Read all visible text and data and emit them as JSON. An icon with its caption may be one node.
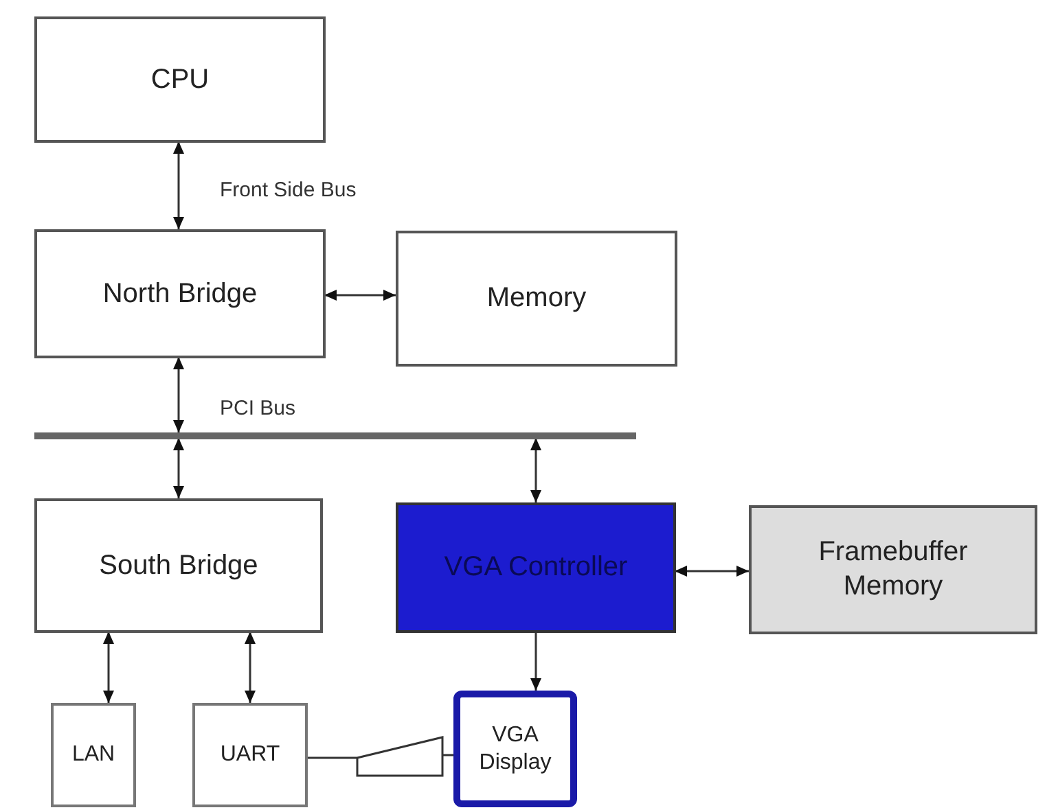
{
  "diagram": {
    "nodes": [
      {
        "text": [
          "CPU"
        ]
      },
      {
        "text": [
          "North Bridge"
        ]
      },
      {
        "text": [
          "Memory"
        ]
      },
      {
        "text": [],
        "shape": "bar"
      },
      {
        "text": [
          "South Bridge"
        ]
      },
      {
        "text": [
          "VGA Controller"
        ]
      },
      {
        "text": [
          "Framebuffer Memory"
        ]
      },
      {
        "text": [
          "LAN"
        ]
      },
      {
        "text": [
          "UART"
        ]
      },
      {
        "text": [
          "VGA Display"
        ]
      }
    ],
    "edges": [
      {
        "from": 0,
        "to": 1,
        "arrow": "both",
        "label": "Front Side Bus"
      },
      {
        "from": 1,
        "to": 2,
        "arrow": "both"
      },
      {
        "from": 1,
        "to": 3,
        "arrow": "both",
        "label": "PCI Bus"
      },
      {
        "from": 3,
        "to": 4,
        "arrow": "both"
      },
      {
        "from": 3,
        "to": 5,
        "arrow": "both"
      },
      {
        "from": 5,
        "to": 6,
        "arrow": "both"
      },
      {
        "from": 4,
        "to": 7,
        "arrow": "both"
      },
      {
        "from": 4,
        "to": 8,
        "arrow": "both"
      },
      {
        "from": 5,
        "to": 9,
        "arrow": "to"
      },
      {
        "from": 8,
        "to": 9,
        "arrow": "none"
      }
    ]
  }
}
